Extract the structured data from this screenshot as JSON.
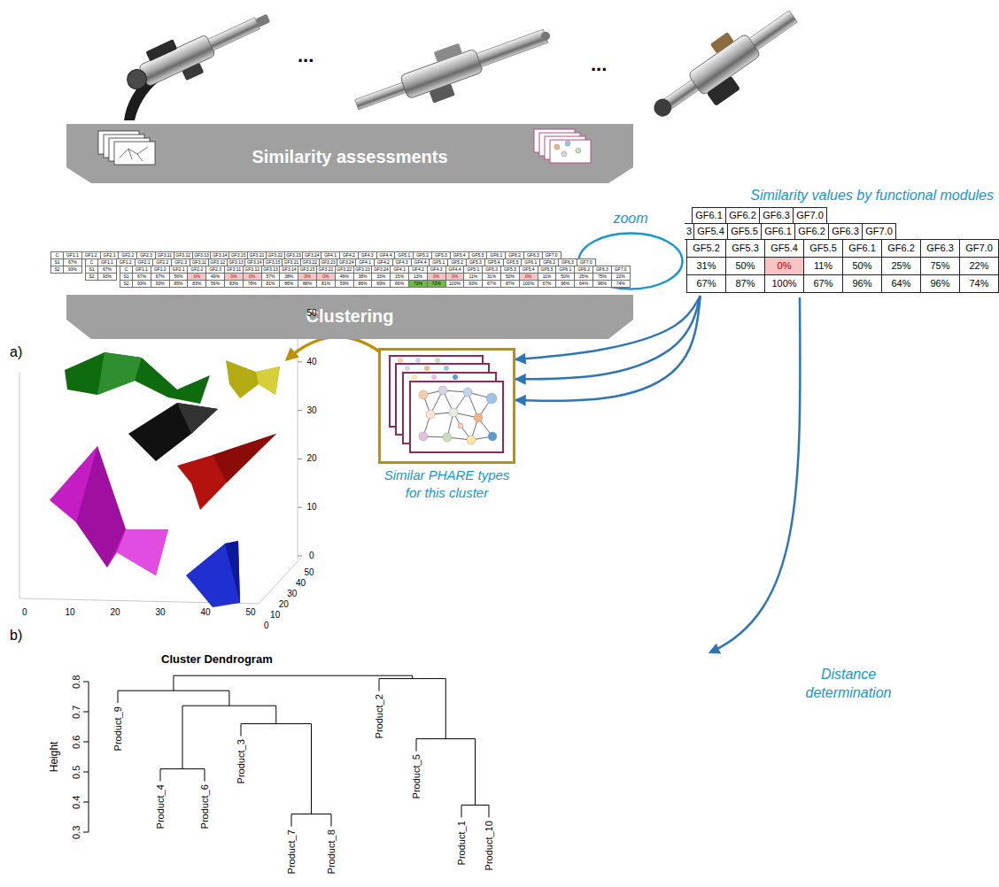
{
  "diagram": {
    "nodes": [
      {
        "text": [
          "Similarity assessments"
        ]
      },
      {
        "text": [
          "zoom"
        ]
      },
      {
        "text": [
          "Similarity values by functional modules"
        ]
      },
      {
        "text": [
          "Clustering"
        ]
      },
      {
        "text": [
          "Similar PHARE types for this cluster"
        ]
      }
    ],
    "edges": [
      {
        "from": 2,
        "to": 4,
        "arrow": "to"
      },
      {
        "from": 2,
        "to": 4,
        "arrow": "to"
      },
      {
        "from": 2,
        "to": 4,
        "arrow": "to"
      }
    ],
    "labels": [
      "...",
      "...",
      "C",
      "GF1.1",
      "GF1.2",
      "GF2.1",
      "GF2.2",
      "GF2.3",
      "GF3.11",
      "GF3.12",
      "GF3.13",
      "GF3.14",
      "GF3.15",
      "GF3.21",
      "GF3.22",
      "GF3.23",
      "GF3.24",
      "GF4.1",
      "GF4.2",
      "GF4.3",
      "GF4.4",
      "GF5.1",
      "GF5.2",
      "GF5.3",
      "GF5.4",
      "GF5.5",
      "GF6.1",
      "GF6.2",
      "GF6.3",
      "GF7.0",
      "S1",
      "67%",
      "S2",
      "93%",
      "C",
      "GF1.1",
      "GF1.2",
      "GF2.1",
      "GF2.2",
      "GF2.3",
      "GF3.11",
      "GF3.12",
      "GF3.13",
      "GF3.14",
      "GF3.15",
      "GF3.21",
      "GF3.22",
      "GF3.23",
      "GF3.24",
      "GF4.1",
      "GF4.2",
      "GF4.3",
      "GF4.4",
      "GF5.1",
      "GF5.2",
      "GF5.3",
      "GF5.4",
      "GF5.5",
      "GF6.1",
      "GF6.2",
      "GF6.3",
      "GF7.0",
      "S1",
      "67%",
      "S2",
      "93%",
      "C",
      "GF1.1",
      "GF1.2",
      "GF2.1",
      "GF2.2",
      "GF2.3",
      "GF3.11",
      "GF3.12",
      "GF3.13",
      "GF3.14",
      "GF3.15",
      "GF3.21",
      "GF3.22",
      "GF3.23",
      "GF3.24",
      "GF4.1",
      "GF4.2",
      "GF4.3",
      "GF4.4",
      "GF5.1",
      "GF5.2",
      "GF5.3",
      "GF5.4",
      "GF5.5",
      "GF6.1",
      "GF6.2",
      "GF6.3",
      "GF7.0",
      "S1",
      "67%",
      "67%",
      "56%",
      "0%",
      "49%",
      "0%",
      "0%",
      "57%",
      "38%",
      "0%",
      "0%",
      "46%",
      "38%",
      "33%",
      "15%",
      "13%",
      "0%",
      "0%",
      "11%",
      "31%",
      "50%",
      "0%",
      "11%",
      "50%",
      "25%",
      "75%",
      "22%",
      "S2",
      "93%",
      "93%",
      "85%",
      "83%",
      "56%",
      "83%",
      "78%",
      "81%",
      "86%",
      "88%",
      "81%",
      "59%",
      "86%",
      "69%",
      "66%",
      "72%",
      "72%",
      "100%",
      "93%",
      "67%",
      "87%",
      "100%",
      "67%",
      "96%",
      "64%",
      "96%",
      "74%",
      "GF6.1",
      "GF6.2",
      "GF6.3",
      "GF7.0",
      "3",
      "GF5.4",
      "GF5.5",
      "GF6.1",
      "GF6.2",
      "GF6.3",
      "GF7.0",
      "GF5.2",
      "GF5.3",
      "GF5.4",
      "GF5.5",
      "GF6.1",
      "GF6.2",
      "GF6.3",
      "GF7.0",
      "31%",
      "50%",
      "0%",
      "11%",
      "50%",
      "25%",
      "75%",
      "22%",
      "67%",
      "87%",
      "100%",
      "67%",
      "96%",
      "64%",
      "96%",
      "74%",
      "a)",
      "50",
      "40",
      "30",
      "20",
      "10",
      "0",
      "0",
      "10",
      "20",
      "30",
      "40",
      "50",
      "50",
      "40",
      "30",
      "20",
      "10",
      "0",
      "Distance determination",
      "b)",
      "Cluster Dendrogram",
      "Height",
      "0.8",
      "0.7",
      "0.6",
      "0.5",
      "0.4",
      "0.3",
      "Product_9",
      "Product_4",
      "Product_6",
      "Product_3",
      "Product_7",
      "Product_8",
      "Product_2",
      "Product_5",
      "Product_1",
      "Product_10"
    ]
  }
}
